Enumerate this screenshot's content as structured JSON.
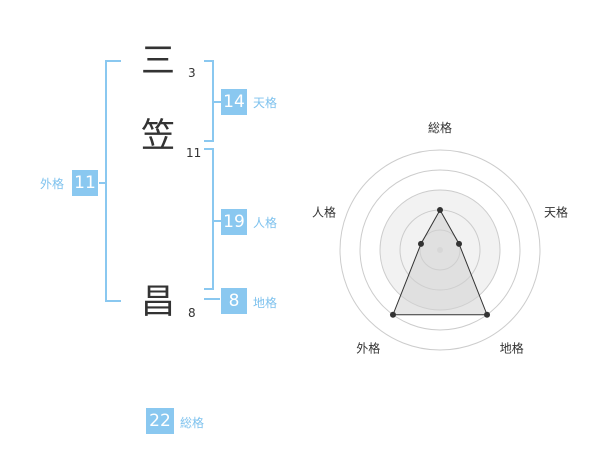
{
  "name": {
    "chars": [
      {
        "char": "三",
        "strokes": "3"
      },
      {
        "char": "笠",
        "strokes": "11"
      },
      {
        "char": "昌",
        "strokes": "8"
      }
    ]
  },
  "kaku": {
    "tenkaku": {
      "value": "14",
      "label": "天格"
    },
    "jinkaku": {
      "value": "19",
      "label": "人格"
    },
    "chikaku": {
      "value": "8",
      "label": "地格"
    },
    "gaikaku": {
      "value": "11",
      "label": "外格"
    },
    "soukaku": {
      "value": "22",
      "label": "総格"
    }
  },
  "colors": {
    "accent": "#8ac8f0",
    "label": "#7ec2ee",
    "text": "#333333",
    "ring": "#cccccc",
    "fill": "#eeeeee"
  },
  "chart_data": {
    "type": "radar",
    "axes": [
      "総格",
      "天格",
      "地格",
      "外格",
      "人格"
    ],
    "rings": 5,
    "scale_max": 5,
    "values": [
      2,
      1,
      4,
      4,
      1
    ]
  }
}
